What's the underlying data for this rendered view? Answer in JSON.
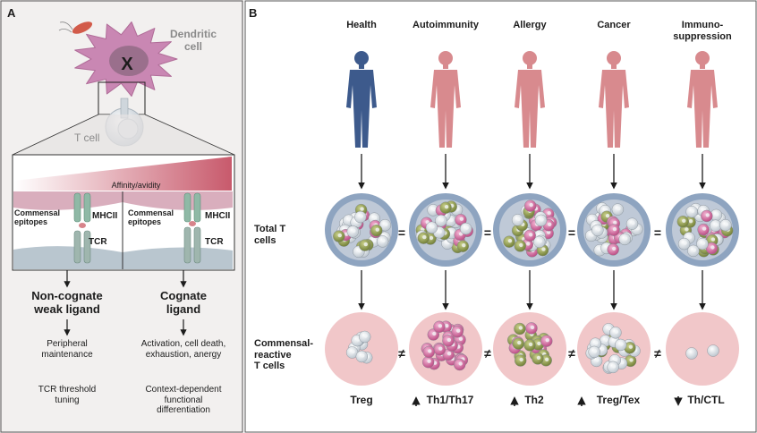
{
  "panel_a": {
    "letter": "A",
    "dendritic_cell_label": "Dendritic\ncell",
    "dc_marker": "X",
    "t_cell_label": "T cell",
    "gradient_label": "Affinity/avidity",
    "left_epitopes": "Commensal\nepitopes",
    "right_epitopes": "Commensal\nepitopes",
    "left_mhc": "MHCII",
    "right_mhc": "MHCII",
    "left_tcr": "TCR",
    "right_tcr": "TCR",
    "noncognate_title": "Non-cognate\nweak ligand",
    "cognate_title": "Cognate\nligand",
    "noncognate_outcome": "Peripheral\nmaintenance",
    "cognate_outcome": "Activation, cell death,\nexhaustion, anergy",
    "noncognate_tuning": "TCR threshold\ntuning",
    "cognate_tuning": "Context-dependent\nfunctional\ndifferentiation"
  },
  "panel_b": {
    "letter": "B",
    "row_total": "Total T\ncells",
    "row_commensal": "Commensal-\nreactive\nT cells",
    "eq_signs": [
      "=",
      "=",
      "=",
      "="
    ],
    "neq_signs": [
      "≠",
      "≠",
      "≠",
      "≠"
    ],
    "columns": [
      {
        "title": "Health",
        "outcome": "Treg",
        "arrow": "",
        "figure_color": "#3d5a8c"
      },
      {
        "title": "Autoimmunity",
        "outcome": "Th1/Th17",
        "arrow": "up-arrow",
        "figure_color": "#d88a8e"
      },
      {
        "title": "Allergy",
        "outcome": "Th2",
        "arrow": "up-arrow",
        "figure_color": "#d88a8e"
      },
      {
        "title": "Cancer",
        "outcome": "Treg/Tex",
        "arrow": "up-arrow",
        "figure_color": "#d88a8e"
      },
      {
        "title": "Immuno-\nsuppression",
        "outcome": "Th/CTL",
        "arrow": "down-arrow",
        "figure_color": "#d88a8e"
      }
    ]
  },
  "colors": {
    "panel_a_bg": "#f2f0ef",
    "dendritic_cell": "#c987b3",
    "membrane_pink": "#d9aebd",
    "membrane_blue": "#b9c6cf",
    "gradient_end": "#c85a6c",
    "mhc_green": "#8fb9a6",
    "total_circle": "#8ea4c0",
    "commensal_circle": "#f1c7c9",
    "cell_white": "#e4e8ec",
    "cell_pink": "#cf5f9b",
    "cell_green": "#8c9a4a"
  }
}
